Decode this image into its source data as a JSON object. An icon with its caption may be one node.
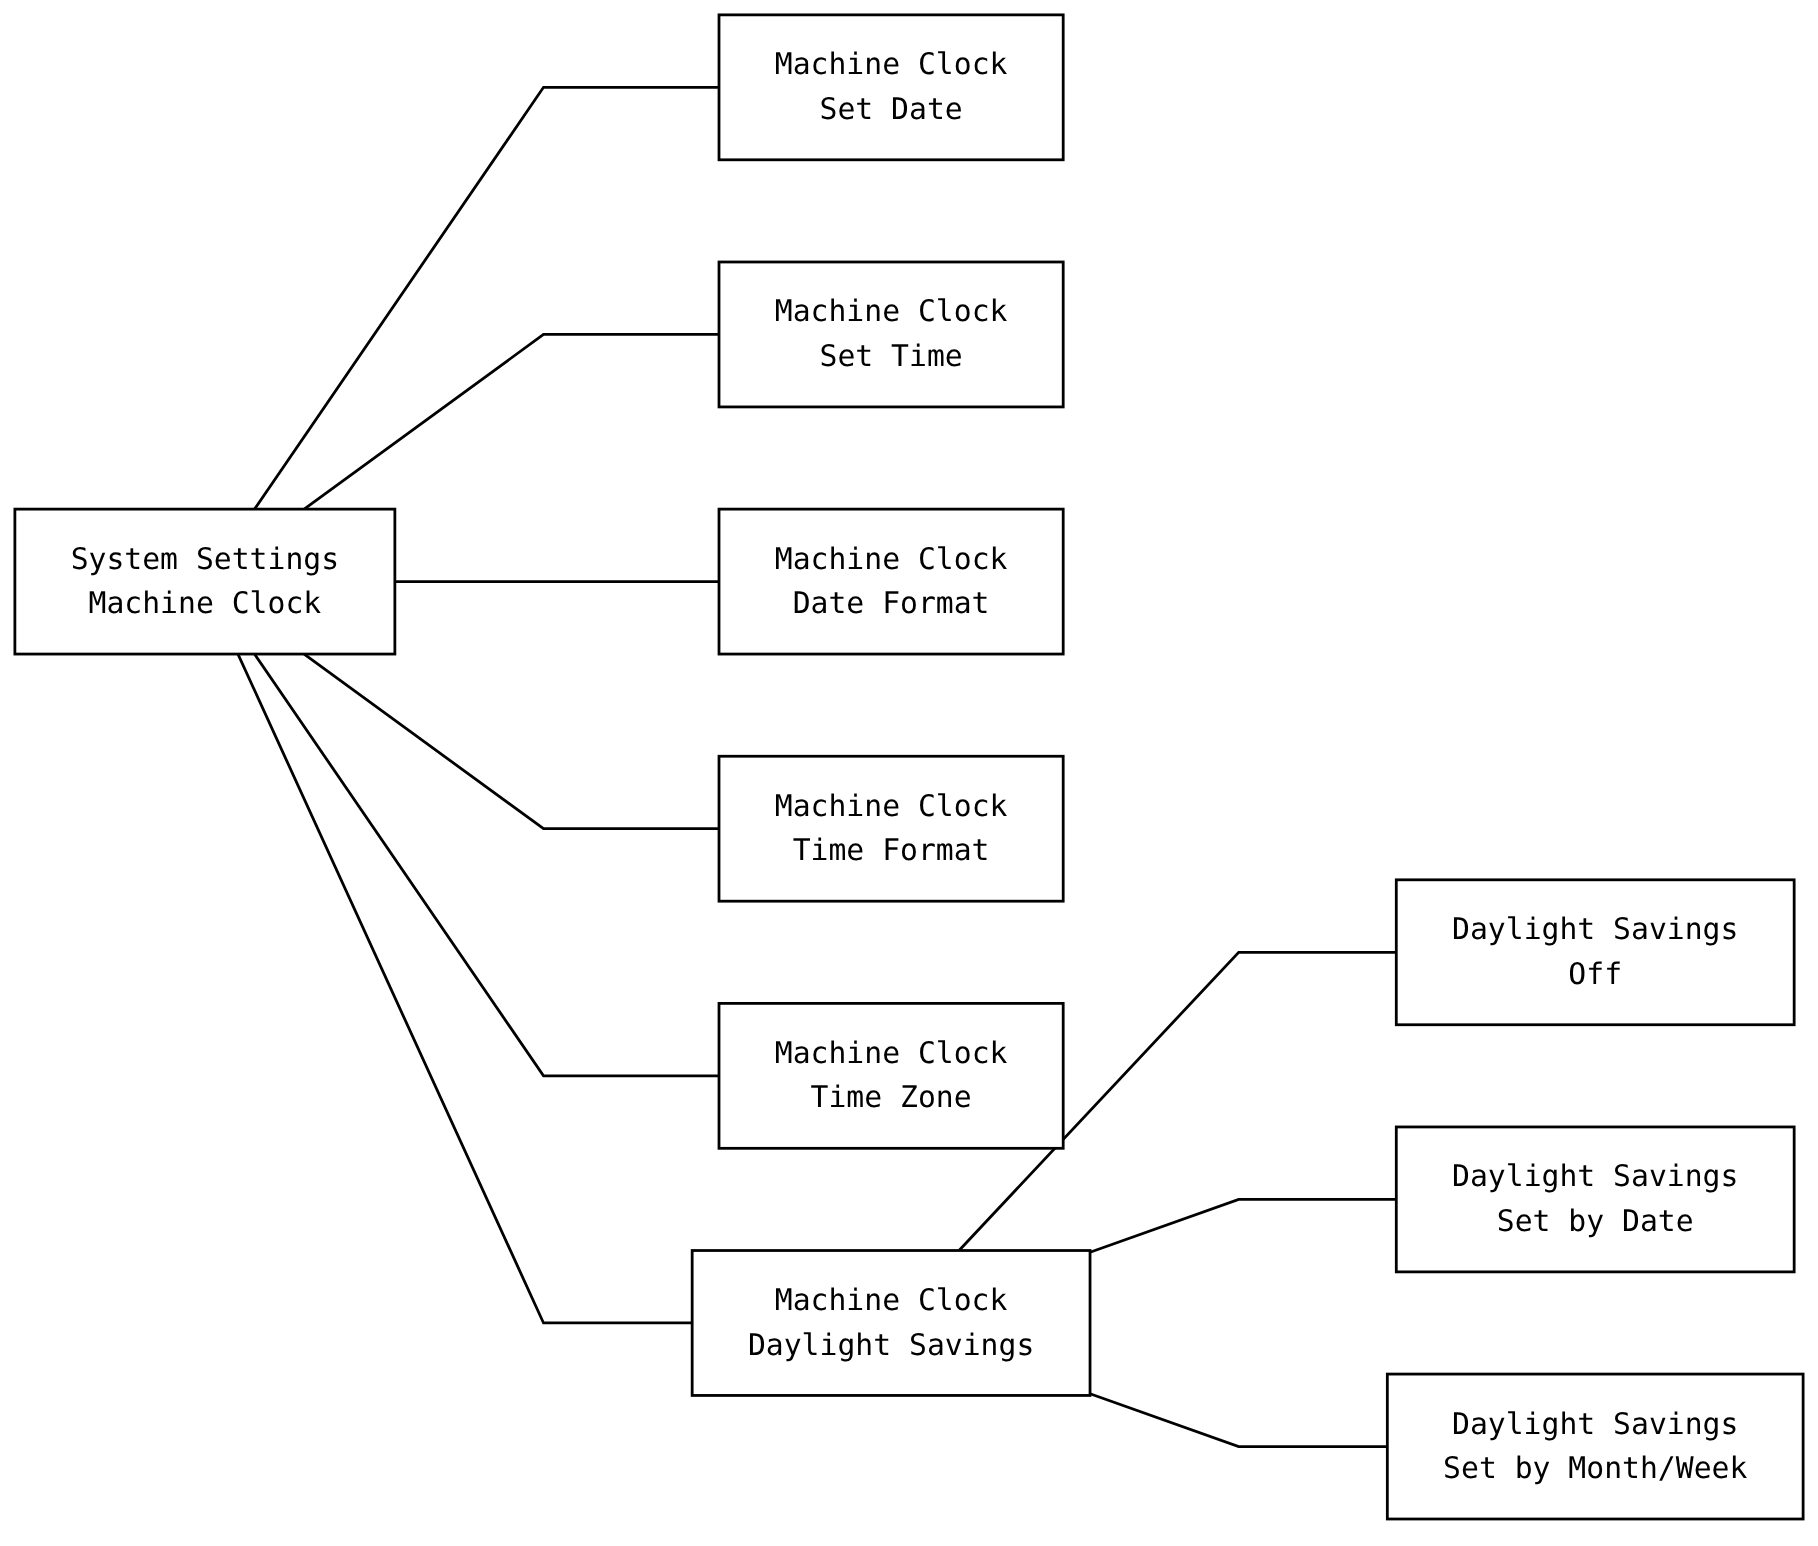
{
  "diagram": {
    "nodes": [
      {
        "text": [
          "System Settings",
          "Machine Clock"
        ]
      },
      {
        "text": [
          "Machine Clock",
          "Set Date"
        ]
      },
      {
        "text": [
          "Machine Clock",
          "Set Time"
        ]
      },
      {
        "text": [
          "Machine Clock",
          "Date Format"
        ]
      },
      {
        "text": [
          "Machine Clock",
          "Time Format"
        ]
      },
      {
        "text": [
          "Machine Clock",
          "Time Zone"
        ]
      },
      {
        "text": [
          "Machine Clock",
          "Daylight Savings"
        ]
      },
      {
        "text": [
          "Daylight Savings",
          "Off"
        ]
      },
      {
        "text": [
          "Daylight Savings",
          "Set by Date"
        ]
      },
      {
        "text": [
          "Daylight Savings",
          "Set by Month/Week"
        ]
      }
    ],
    "edges": [
      {
        "from": 0,
        "to": 1,
        "arrow": "none"
      },
      {
        "from": 0,
        "to": 2,
        "arrow": "none"
      },
      {
        "from": 0,
        "to": 3,
        "arrow": "none"
      },
      {
        "from": 0,
        "to": 4,
        "arrow": "none"
      },
      {
        "from": 0,
        "to": 5,
        "arrow": "none"
      },
      {
        "from": 0,
        "to": 6,
        "arrow": "none"
      },
      {
        "from": 6,
        "to": 7,
        "arrow": "none"
      },
      {
        "from": 6,
        "to": 8,
        "arrow": "none"
      },
      {
        "from": 6,
        "to": 9,
        "arrow": "none"
      }
    ]
  }
}
